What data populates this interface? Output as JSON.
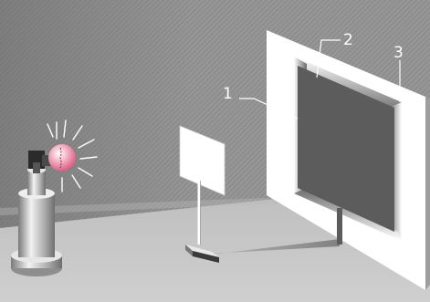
{
  "diagram": {
    "labels": [
      {
        "id": "1",
        "text": "1"
      },
      {
        "id": "2",
        "text": "2"
      },
      {
        "id": "3",
        "text": "3"
      }
    ]
  }
}
